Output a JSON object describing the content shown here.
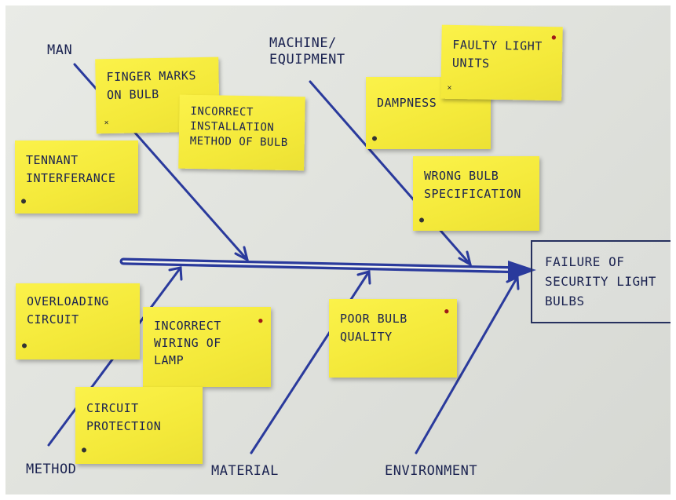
{
  "effect": {
    "text": "FAILURE OF\nSECURITY LIGHT\nBULBS"
  },
  "categories": {
    "man": "MAN",
    "machine": "MACHINE/\nEQUIPMENT",
    "method": "METHOD",
    "material": "MATERIAL",
    "environment": "ENVIRONMENT"
  },
  "notes": {
    "finger_marks": "FINGER MARKS\nON BULB",
    "incorrect_installation": "INCORRECT\nINSTALLATION\nMETHOD OF BULB",
    "tennant_interference": "TENNANT\nINTERFERANCE",
    "dampness": "DAMPNESS",
    "faulty_light_units": "FAULTY LIGHT\nUNITS",
    "wrong_bulb_spec": "WRONG BULB\nSPECIFICATION",
    "overloading_circuit": "OVERLOADING\nCIRCUIT",
    "incorrect_wiring": "INCORRECT\nWIRING OF\nLAMP",
    "poor_bulb_quality": "POOR BULB\nQUALITY",
    "circuit_protection": "CIRCUIT\nPROTECTION"
  },
  "colors": {
    "ink": "#2a3a9c",
    "note_yellow": "#f4e93a",
    "board": "#dfe1dc"
  }
}
